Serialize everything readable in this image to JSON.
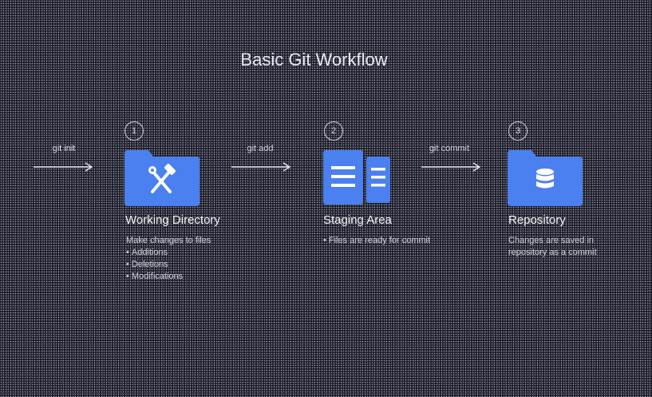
{
  "title": "Basic Git Workflow",
  "colors": {
    "accent": "#4a80f0",
    "background": "#1b1c2b"
  },
  "edges": [
    {
      "label": "git init"
    },
    {
      "label": "git add"
    },
    {
      "label": "git commit"
    }
  ],
  "stages": [
    {
      "number": "1",
      "icon": "tools-folder-icon",
      "title": "Working Directory",
      "desc": "Make changes to files",
      "bullets": [
        "Additions",
        "Deletions",
        "Modifications"
      ]
    },
    {
      "number": "2",
      "icon": "documents-icon",
      "title": "Staging Area",
      "desc": "• Files are ready for commit"
    },
    {
      "number": "3",
      "icon": "database-folder-icon",
      "title": "Repository",
      "desc_lines": [
        "Changes are saved in",
        "repository as a commit"
      ]
    }
  ]
}
